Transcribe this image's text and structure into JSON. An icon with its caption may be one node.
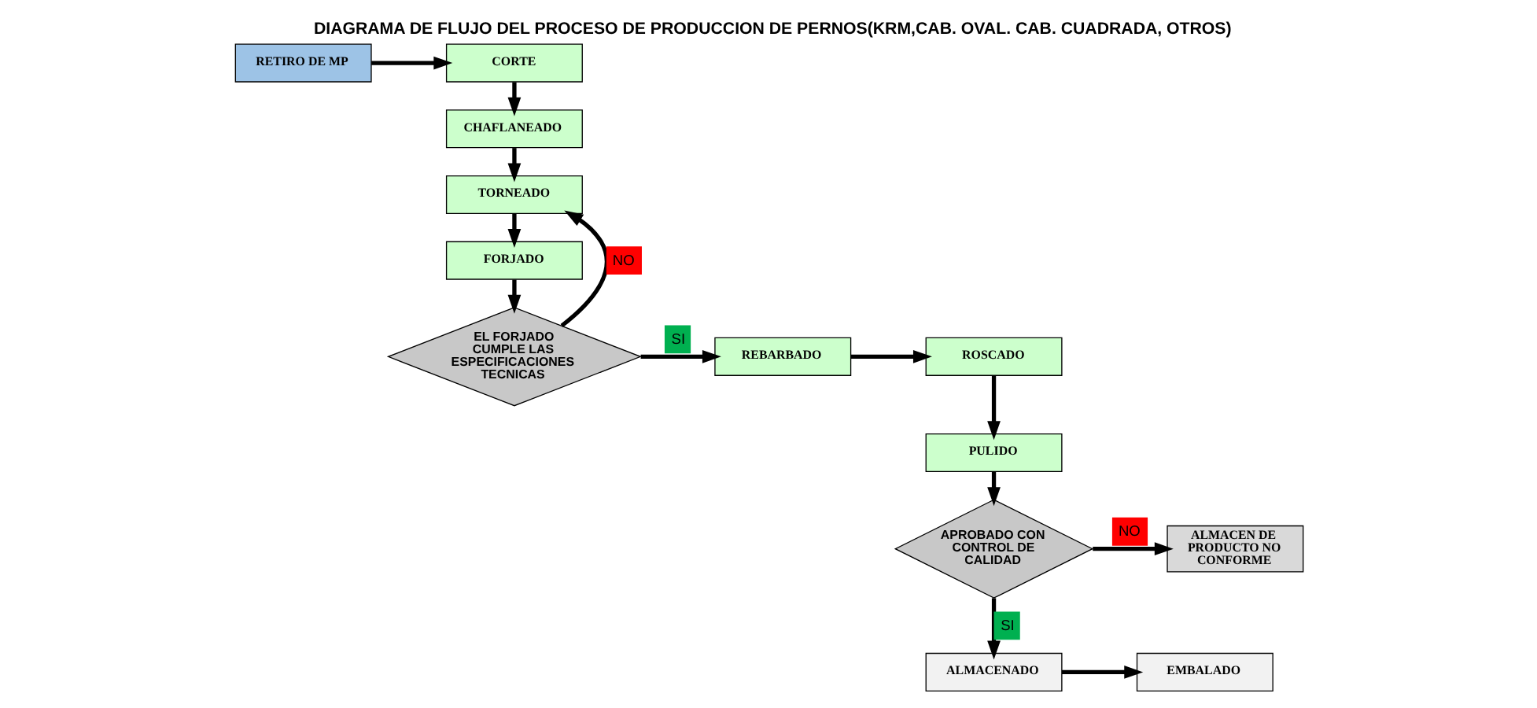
{
  "diagram": {
    "title": "DIAGRAMA DE FLUJO DEL PROCESO DE PRODUCCION DE PERNOS(KRM,CAB. OVAL. CAB. CUADRADA, OTROS)",
    "nodes": [
      {
        "text": [
          "RETIRO DE MP"
        ]
      },
      {
        "text": [
          "CORTE"
        ]
      },
      {
        "text": [
          "CHAFLANEADO"
        ]
      },
      {
        "text": [
          "TORNEADO"
        ]
      },
      {
        "text": [
          "FORJADO"
        ]
      },
      {
        "text": [
          "EL FORJADO CUMPLE LAS ESPECIFICACIONES TECNICAS"
        ]
      },
      {
        "text": [
          "REBARBADO"
        ]
      },
      {
        "text": [
          "ROSCADO"
        ]
      },
      {
        "text": [
          "PULIDO"
        ]
      },
      {
        "text": [
          "APROBADO CON CONTROL DE CALIDAD"
        ]
      },
      {
        "text": [
          "ALMACENADO"
        ]
      },
      {
        "text": [
          "EMBALADO"
        ]
      },
      {
        "text": [
          "ALMACEN DE PRODUCTO NO CONFORME"
        ]
      }
    ],
    "edges": [
      {
        "from": 0,
        "to": 1,
        "arrow": "to"
      },
      {
        "from": 1,
        "to": 2,
        "arrow": "to"
      },
      {
        "from": 2,
        "to": 3,
        "arrow": "to"
      },
      {
        "from": 3,
        "to": 4,
        "arrow": "to"
      },
      {
        "from": 4,
        "to": 5,
        "arrow": "to"
      },
      {
        "from": 5,
        "to": 6,
        "label": "SI",
        "arrow": "to"
      },
      {
        "from": 6,
        "to": 7,
        "arrow": "to"
      },
      {
        "from": 7,
        "to": 8,
        "arrow": "to"
      },
      {
        "from": 8,
        "to": 9,
        "arrow": "to"
      },
      {
        "from": 9,
        "to": 10,
        "label": "SI",
        "arrow": "to"
      },
      {
        "from": 10,
        "to": 11,
        "arrow": "to"
      },
      {
        "from": 9,
        "to": 12,
        "label": "NO",
        "arrow": "to"
      },
      {
        "from": 5,
        "to": 3,
        "label": "NO",
        "arrow": "to"
      }
    ]
  }
}
